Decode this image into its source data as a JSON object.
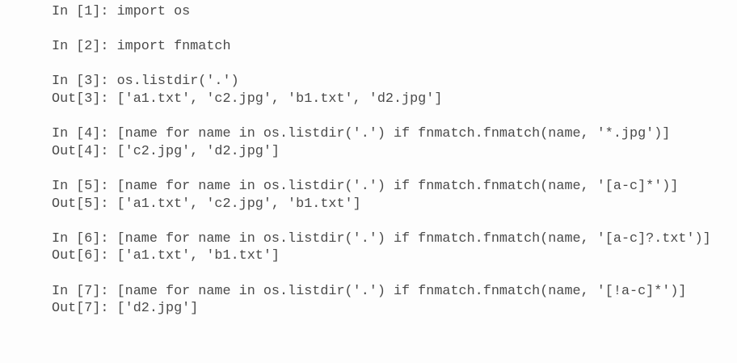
{
  "cells": [
    {
      "in_prompt": "In [1]: ",
      "code": "import os"
    },
    {
      "in_prompt": "In [2]: ",
      "code": "import fnmatch"
    },
    {
      "in_prompt": "In [3]: ",
      "code": "os.listdir('.')",
      "out_prompt": "Out[3]: ",
      "output": "['a1.txt', 'c2.jpg', 'b1.txt', 'd2.jpg']"
    },
    {
      "in_prompt": "In [4]: ",
      "code": "[name for name in os.listdir('.') if fnmatch.fnmatch(name, '*.jpg')]",
      "out_prompt": "Out[4]: ",
      "output": "['c2.jpg', 'd2.jpg']"
    },
    {
      "in_prompt": "In [5]: ",
      "code": "[name for name in os.listdir('.') if fnmatch.fnmatch(name, '[a-c]*')]",
      "out_prompt": "Out[5]: ",
      "output": "['a1.txt', 'c2.jpg', 'b1.txt']"
    },
    {
      "in_prompt": "In [6]: ",
      "code": "[name for name in os.listdir('.') if fnmatch.fnmatch(name, '[a-c]?.txt')]",
      "out_prompt": "Out[6]: ",
      "output": "['a1.txt', 'b1.txt']"
    },
    {
      "in_prompt": "In [7]: ",
      "code": "[name for name in os.listdir('.') if fnmatch.fnmatch(name, '[!a-c]*')]",
      "out_prompt": "Out[7]: ",
      "output": "['d2.jpg']"
    }
  ]
}
